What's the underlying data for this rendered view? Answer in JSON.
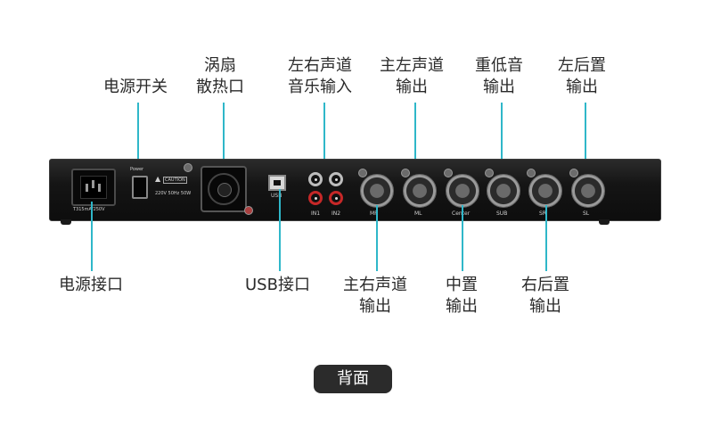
{
  "top_labels": {
    "power_switch": "电源开关",
    "fan_line1": "涡扇",
    "fan_line2": "散热口",
    "music_in_line1": "左右声道",
    "music_in_line2": "音乐输入",
    "main_left_line1": "主左声道",
    "main_left_line2": "输出",
    "subwoofer_line1": "重低音",
    "subwoofer_line2": "输出",
    "left_rear_line1": "左后置",
    "left_rear_line2": "输出"
  },
  "bottom_labels": {
    "power_port": "电源接口",
    "usb_port": "USB接口",
    "main_right_line1": "主右声道",
    "main_right_line2": "输出",
    "center_line1": "中置",
    "center_line2": "输出",
    "right_rear_line1": "右后置",
    "right_rear_line2": "输出"
  },
  "panel": {
    "power_text": "Power",
    "caution_text": "CAUTION",
    "voltage_text": "220V 50Hz 50W",
    "fuse_text": "T315mA/250V",
    "usb_text": "USB",
    "in1": "IN1",
    "in2": "IN2",
    "mr": "MR",
    "ml": "ML",
    "center": "Center",
    "sub": "SUB",
    "sr": "SR",
    "sl": "SL"
  },
  "view_badge": "背面",
  "colors": {
    "leader": "#2fb7c9",
    "badge_bg": "#2b2b2b",
    "panel_bg": "#151515"
  }
}
